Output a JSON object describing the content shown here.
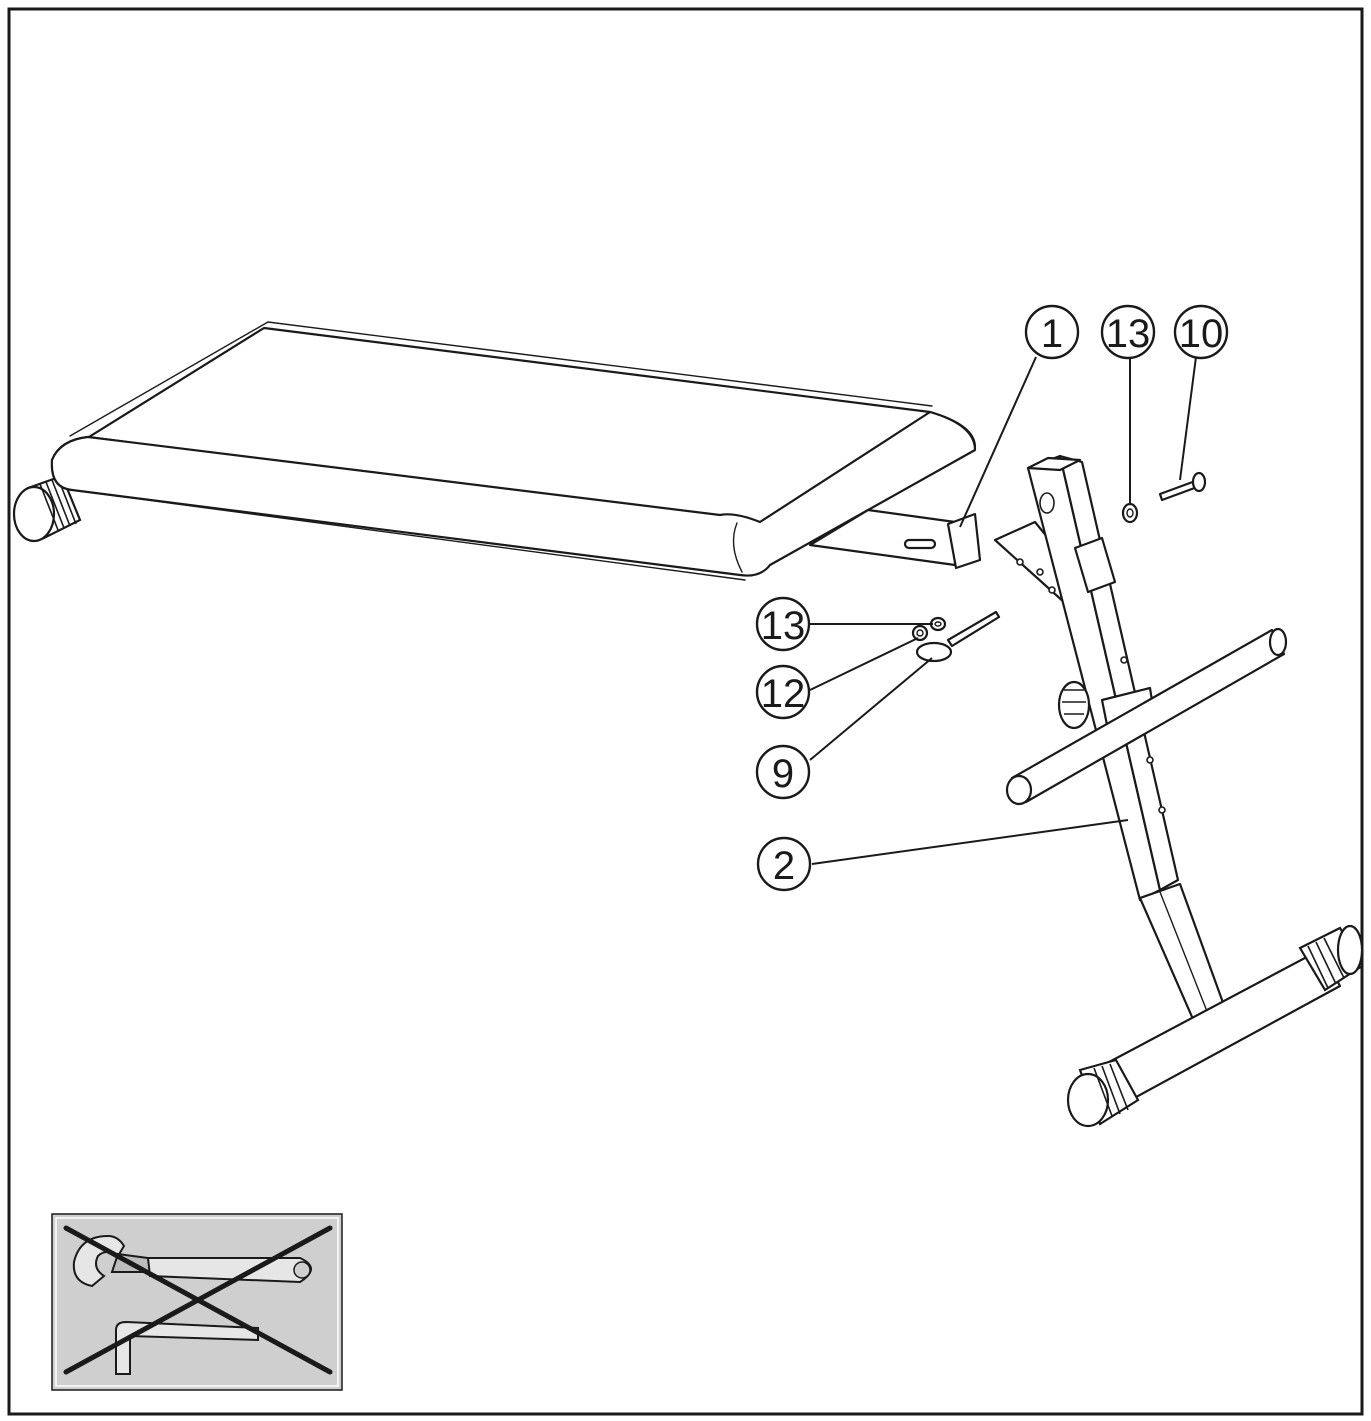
{
  "callouts": [
    {
      "id": "1",
      "label": "1"
    },
    {
      "id": "13-top",
      "label": "13"
    },
    {
      "id": "10",
      "label": "10"
    },
    {
      "id": "13-lower",
      "label": "13"
    },
    {
      "id": "12",
      "label": "12"
    },
    {
      "id": "9",
      "label": "9"
    },
    {
      "id": "2",
      "label": "2"
    }
  ],
  "tool_notice": {
    "meaning": "no-tools-required",
    "icon": "crossed-out-wrench-and-hex-key-icon",
    "panel_color": "#cfcfcf",
    "line_color": "#1a1a1a"
  },
  "colors": {
    "frame": "#1a1a1a",
    "background": "#ffffff"
  }
}
